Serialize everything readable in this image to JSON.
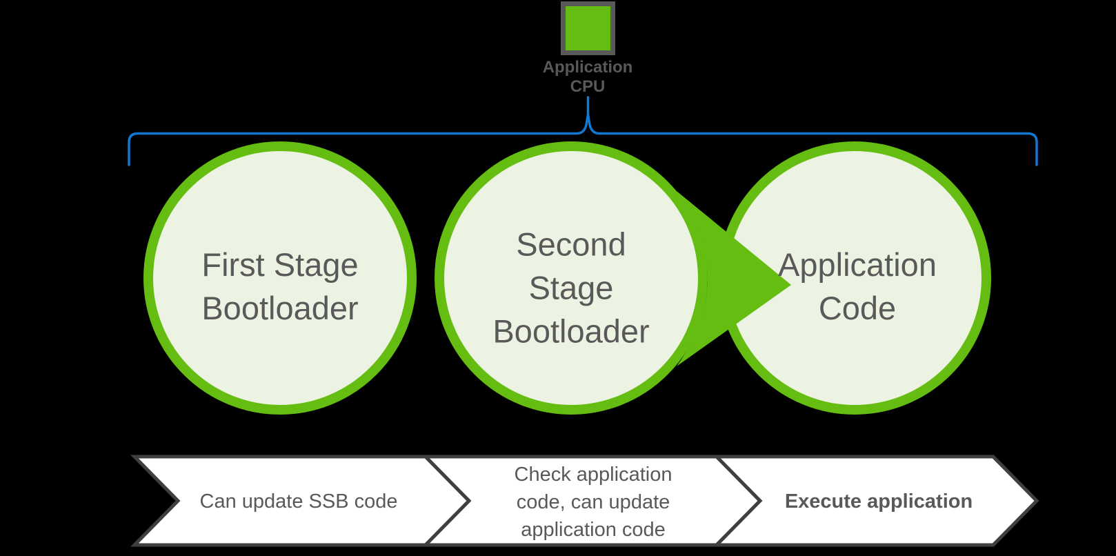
{
  "colors": {
    "green": "#65BD12",
    "circle_fill": "#EDF3E3",
    "brace_blue": "#1279D2",
    "text_gray": "#595959",
    "cpu_square_border": "#595959",
    "chevron_border": "#3F3F3F",
    "chevron_fill": "#FFFFFF",
    "background": "#000000"
  },
  "cpu": {
    "label": [
      "Application",
      "CPU"
    ]
  },
  "stages": [
    {
      "name": "first-stage-bootloader",
      "lines": [
        "First Stage",
        "Bootloader"
      ]
    },
    {
      "name": "second-stage-bootloader",
      "lines": [
        "Second",
        "Stage",
        "Bootloader"
      ]
    },
    {
      "name": "application-code",
      "lines": [
        "Application",
        "Code"
      ]
    }
  ],
  "steps": [
    {
      "name": "step-can-update-ssb",
      "lines": [
        "Can update SSB code"
      ],
      "emphasis": false
    },
    {
      "name": "step-check-application",
      "lines": [
        "Check application",
        "code, can update",
        "application code"
      ],
      "emphasis": false
    },
    {
      "name": "step-execute-application",
      "lines": [
        "Execute application"
      ],
      "emphasis": true
    }
  ]
}
